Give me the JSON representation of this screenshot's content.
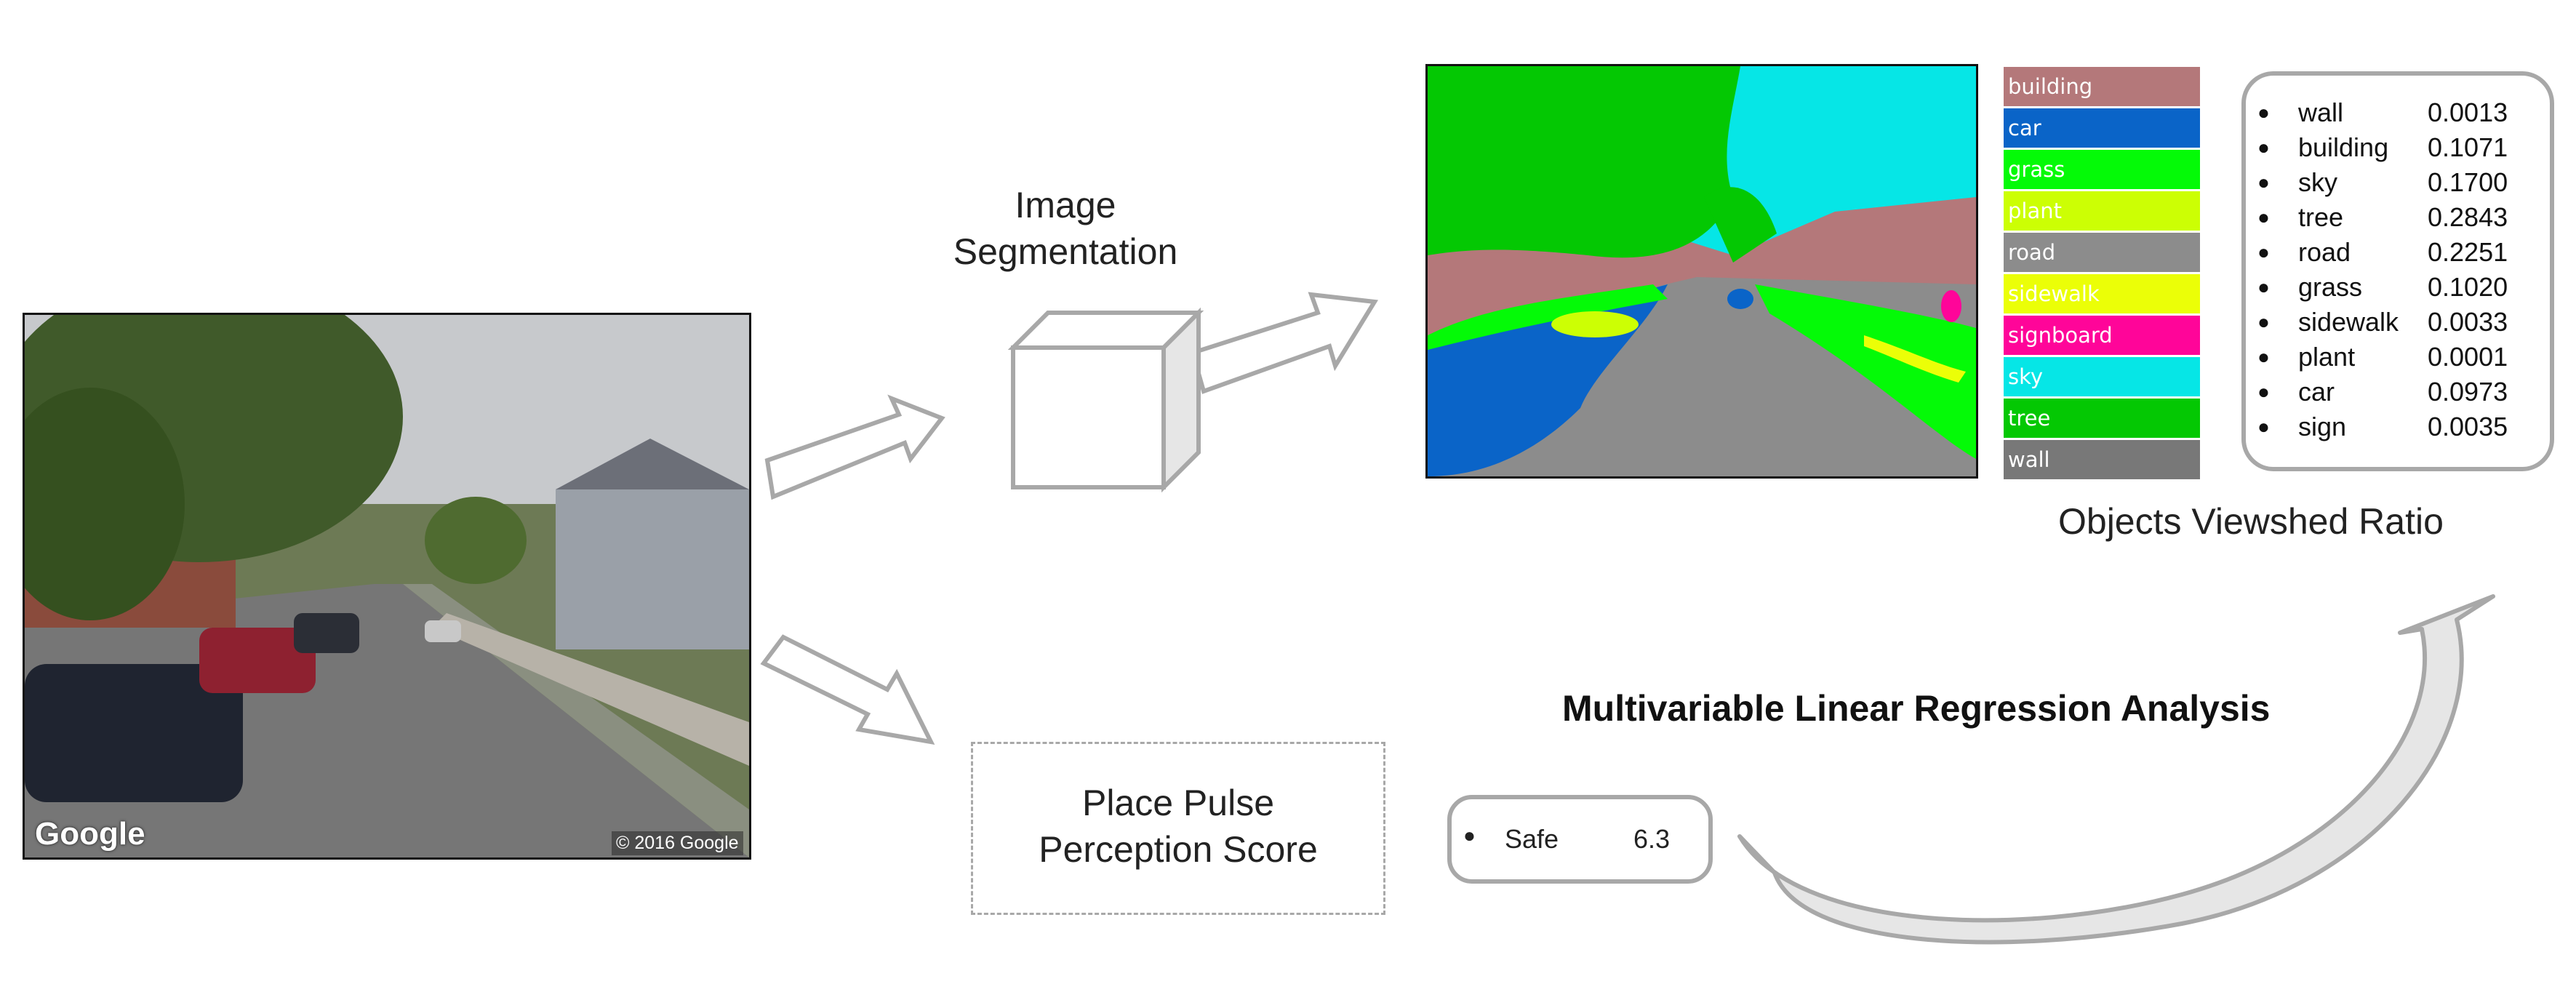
{
  "street_image": {
    "watermark_brand": "Google",
    "watermark_copyright": "© 2016 Google"
  },
  "segmentation": {
    "title_line1": "Image",
    "title_line2": "Segmentation"
  },
  "legend": [
    {
      "label": "building",
      "color": "#B4787A"
    },
    {
      "label": "car",
      "color": "#0A64C8"
    },
    {
      "label": "grass",
      "color": "#04FA07"
    },
    {
      "label": "plant",
      "color": "#CCFF04"
    },
    {
      "label": "road",
      "color": "#8C8C8C"
    },
    {
      "label": "sidewalk",
      "color": "#EBFF07"
    },
    {
      "label": "signboard",
      "color": "#FF0599"
    },
    {
      "label": "sky",
      "color": "#06E6E6"
    },
    {
      "label": "tree",
      "color": "#04C803"
    },
    {
      "label": "wall",
      "color": "#787878"
    }
  ],
  "objects_ratio": {
    "title": "Objects Viewshed Ratio",
    "items": [
      {
        "name": "wall",
        "value": "0.0013"
      },
      {
        "name": "building",
        "value": "0.1071"
      },
      {
        "name": "sky",
        "value": "0.1700"
      },
      {
        "name": "tree",
        "value": "0.2843"
      },
      {
        "name": "road",
        "value": "0.2251"
      },
      {
        "name": "grass",
        "value": "0.1020"
      },
      {
        "name": "sidewalk",
        "value": "0.0033"
      },
      {
        "name": "plant",
        "value": "0.0001"
      },
      {
        "name": "car",
        "value": "0.0973"
      },
      {
        "name": "sign",
        "value": "0.0035"
      }
    ]
  },
  "place_pulse": {
    "line1": "Place Pulse",
    "line2": "Perception Score"
  },
  "perception": {
    "name": "Safe",
    "value": "6.3"
  },
  "regression": {
    "title": "Multivariable Linear Regression Analysis"
  },
  "colors": {
    "arrow_fill": "#ffffff",
    "arrow_stroke": "#a8a8a8",
    "cube_side": "#e6e6e6"
  }
}
